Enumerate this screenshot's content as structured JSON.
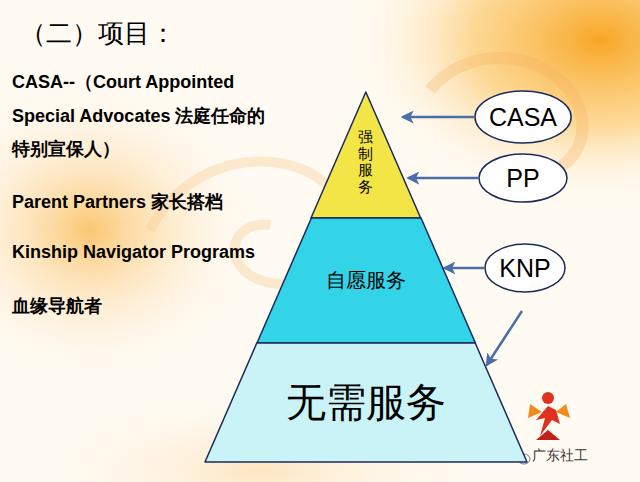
{
  "diagram": {
    "title": "（二）项目：",
    "nodes": [
      {
        "text": [
          "强制服务"
        ]
      },
      {
        "text": [
          "自愿服务"
        ]
      },
      {
        "text": [
          "无需服务"
        ]
      },
      {
        "text": [
          "CASA"
        ]
      },
      {
        "text": [
          "PP"
        ]
      },
      {
        "text": [
          "KNP"
        ]
      }
    ],
    "edges": [
      {
        "from": 3,
        "to": 0,
        "arrow": "to"
      },
      {
        "from": 4,
        "to": 0,
        "arrow": "to"
      },
      {
        "from": 5,
        "to": 1,
        "arrow": "to"
      },
      {
        "from": 5,
        "to": 2,
        "arrow": "to"
      }
    ],
    "labels": [
      "CASA--（Court Appointed",
      "Special Advocates 法庭任命的",
      "特别宣保人）",
      "Parent Partners 家长搭档",
      "Kinship Navigator Programs",
      "血缘导航者",
      "广东社工"
    ]
  }
}
